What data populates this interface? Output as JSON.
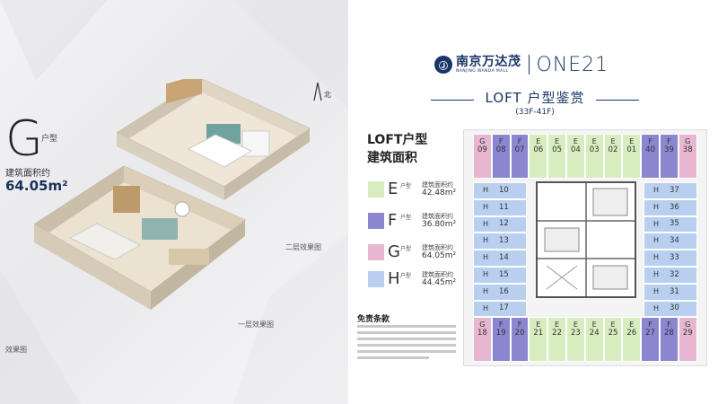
{
  "left_panel": {
    "unit_letter": "G",
    "unit_suffix": "户型",
    "area_label": "建筑面积约",
    "area_value": "64.05m²",
    "caption_upper": "二层效果图",
    "caption_lower": "一层效果图",
    "caption_corner": "效果图",
    "north_label": "北"
  },
  "header": {
    "logo_mark": "Ⓙ",
    "logo_cn": "南京万达茂",
    "logo_en": "NANJING WANDA MALL",
    "logo_one": "ONE21",
    "section_title": "LOFT 户型鉴赏",
    "section_sub": "(33F-41F)"
  },
  "legend": {
    "title_line1": "LOFT户型",
    "title_line2": "建筑面积",
    "items": [
      {
        "letter": "E",
        "type_label": "户型",
        "area_label": "建筑面积约",
        "area_value": "42.48m²",
        "color": "#d7ecbf"
      },
      {
        "letter": "F",
        "type_label": "户型",
        "area_label": "建筑面积约",
        "area_value": "36.80m²",
        "color": "#8b86d0"
      },
      {
        "letter": "G",
        "type_label": "户型",
        "area_label": "建筑面积约",
        "area_value": "64.05m²",
        "color": "#e7b6d0"
      },
      {
        "letter": "H",
        "type_label": "户型",
        "area_label": "建筑面积约",
        "area_value": "44.45m²",
        "color": "#b9cff0"
      }
    ]
  },
  "disclaimer": {
    "title": "免责条款"
  },
  "floorplan": {
    "top_row": [
      {
        "letter": "G",
        "num": "09",
        "type": "G"
      },
      {
        "letter": "F",
        "num": "08",
        "type": "F"
      },
      {
        "letter": "F",
        "num": "07",
        "type": "F"
      },
      {
        "letter": "E",
        "num": "06",
        "type": "E"
      },
      {
        "letter": "E",
        "num": "05",
        "type": "E"
      },
      {
        "letter": "E",
        "num": "04",
        "type": "E"
      },
      {
        "letter": "E",
        "num": "03",
        "type": "E"
      },
      {
        "letter": "E",
        "num": "02",
        "type": "E"
      },
      {
        "letter": "E",
        "num": "01",
        "type": "E"
      },
      {
        "letter": "F",
        "num": "40",
        "type": "F"
      },
      {
        "letter": "F",
        "num": "39",
        "type": "F"
      },
      {
        "letter": "G",
        "num": "38",
        "type": "G"
      }
    ],
    "bottom_row": [
      {
        "letter": "G",
        "num": "18",
        "type": "G"
      },
      {
        "letter": "F",
        "num": "19",
        "type": "F"
      },
      {
        "letter": "F",
        "num": "20",
        "type": "F"
      },
      {
        "letter": "E",
        "num": "21",
        "type": "E"
      },
      {
        "letter": "E",
        "num": "22",
        "type": "E"
      },
      {
        "letter": "E",
        "num": "23",
        "type": "E"
      },
      {
        "letter": "E",
        "num": "24",
        "type": "E"
      },
      {
        "letter": "E",
        "num": "25",
        "type": "E"
      },
      {
        "letter": "E",
        "num": "26",
        "type": "E"
      },
      {
        "letter": "F",
        "num": "27",
        "type": "F"
      },
      {
        "letter": "F",
        "num": "28",
        "type": "F"
      },
      {
        "letter": "G",
        "num": "29",
        "type": "G"
      }
    ],
    "left_col": [
      {
        "letter": "H",
        "num": "10"
      },
      {
        "letter": "H",
        "num": "11"
      },
      {
        "letter": "H",
        "num": "12"
      },
      {
        "letter": "H",
        "num": "13"
      },
      {
        "letter": "H",
        "num": "14"
      },
      {
        "letter": "H",
        "num": "15"
      },
      {
        "letter": "H",
        "num": "16"
      },
      {
        "letter": "H",
        "num": "17"
      }
    ],
    "right_col": [
      {
        "letter": "H",
        "num": "37"
      },
      {
        "letter": "H",
        "num": "36"
      },
      {
        "letter": "H",
        "num": "35"
      },
      {
        "letter": "H",
        "num": "34"
      },
      {
        "letter": "H",
        "num": "33"
      },
      {
        "letter": "H",
        "num": "32"
      },
      {
        "letter": "H",
        "num": "31"
      },
      {
        "letter": "H",
        "num": "30"
      }
    ],
    "colors": {
      "E": "#d7ecbf",
      "F": "#8b86d0",
      "G": "#e7b6d0",
      "H": "#b9cff0"
    }
  }
}
